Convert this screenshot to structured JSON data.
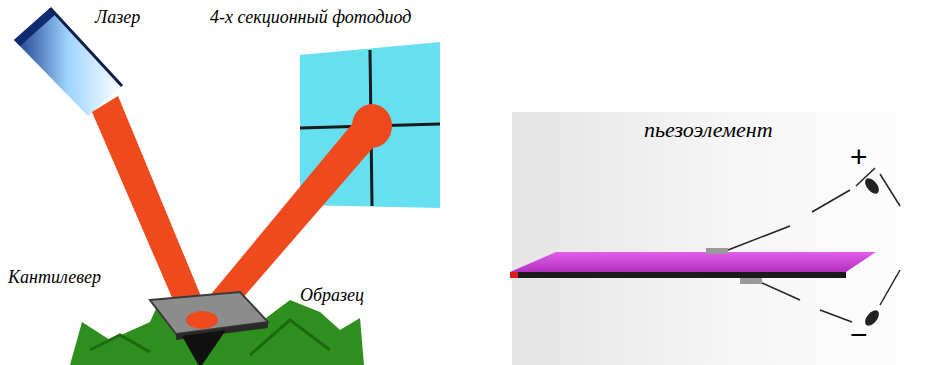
{
  "diagram": {
    "labels": [
      "Лазер",
      "4-х секционный фотодиод",
      "Кантилевер",
      "Образец",
      "пьезоэлемент",
      "+",
      "−"
    ]
  }
}
